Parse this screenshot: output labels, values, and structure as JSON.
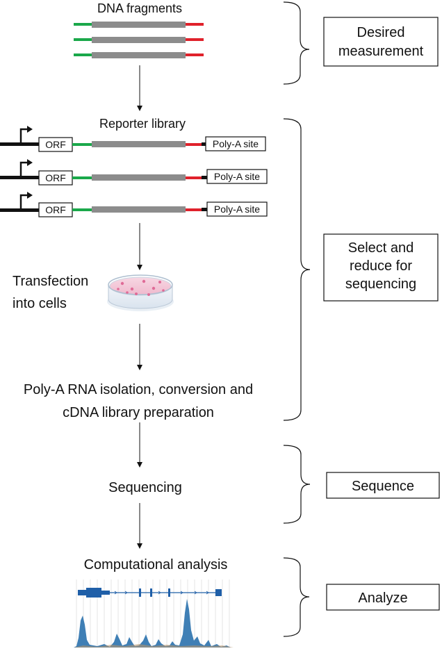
{
  "steps": {
    "dna_fragments": "DNA fragments",
    "reporter_library": "Reporter library",
    "transfection_line1": "Transfection",
    "transfection_line2": "into cells",
    "isolation_line1": "Poly-A RNA isolation, conversion and",
    "isolation_line2": "cDNA library preparation",
    "sequencing": "Sequencing",
    "computational_analysis": "Computational analysis"
  },
  "construct": {
    "orf_label": "ORF",
    "polya_label": "Poly-A site"
  },
  "side_boxes": {
    "desired_line1": "Desired",
    "desired_line2": "measurement",
    "select_line1": "Select and",
    "select_line2": "reduce for",
    "select_line3": "sequencing",
    "sequence": "Sequence",
    "analyze": "Analyze"
  },
  "colors": {
    "green": "#1aa84a",
    "red": "#e0212b",
    "gray_insert": "#8c8c8c",
    "black_backbone": "#111111",
    "track_blue": "#1f5fa8",
    "coverage_blue": "#3f7fb5",
    "dish_pink": "#f2b8cc"
  }
}
